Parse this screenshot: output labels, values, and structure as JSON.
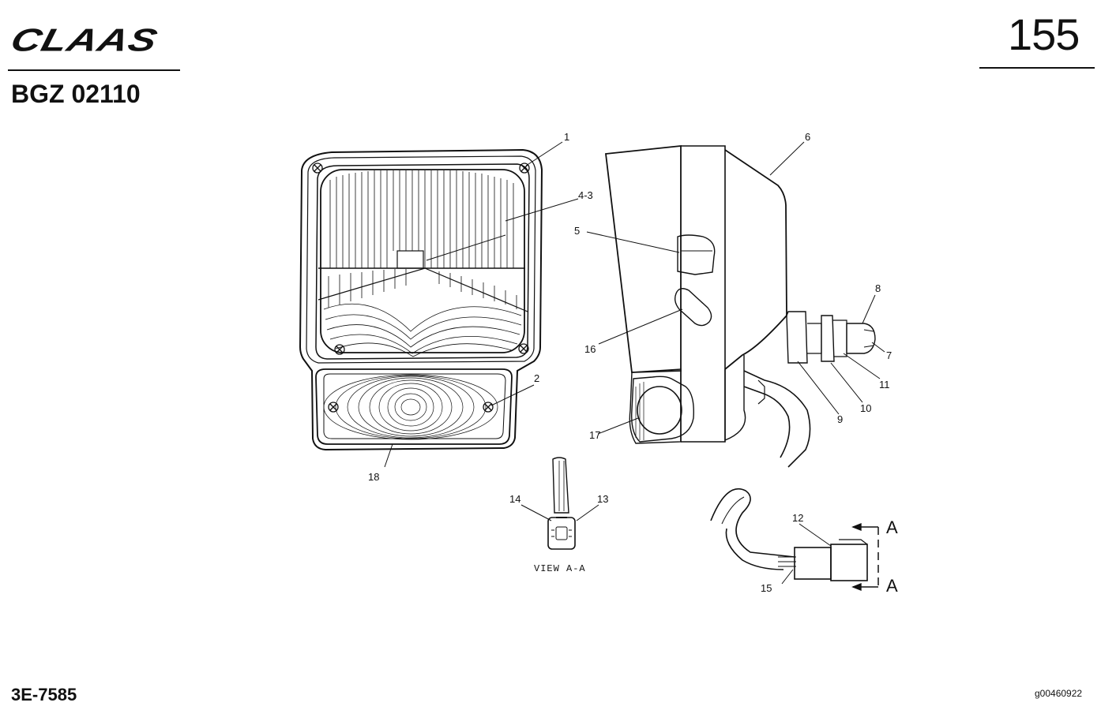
{
  "header": {
    "brand_logo": "CLAAS",
    "page_number": "155",
    "doc_code": "BGZ 02110"
  },
  "footer": {
    "part_number": "3E-7585",
    "image_id": "g00460922"
  },
  "diagram": {
    "callouts": [
      "1",
      "2",
      "4-3",
      "5",
      "6",
      "7",
      "8",
      "9",
      "10",
      "11",
      "12",
      "13",
      "14",
      "15",
      "16",
      "17",
      "18"
    ],
    "view_label": "VIEW A-A",
    "section_marks": [
      "A",
      "A"
    ]
  }
}
